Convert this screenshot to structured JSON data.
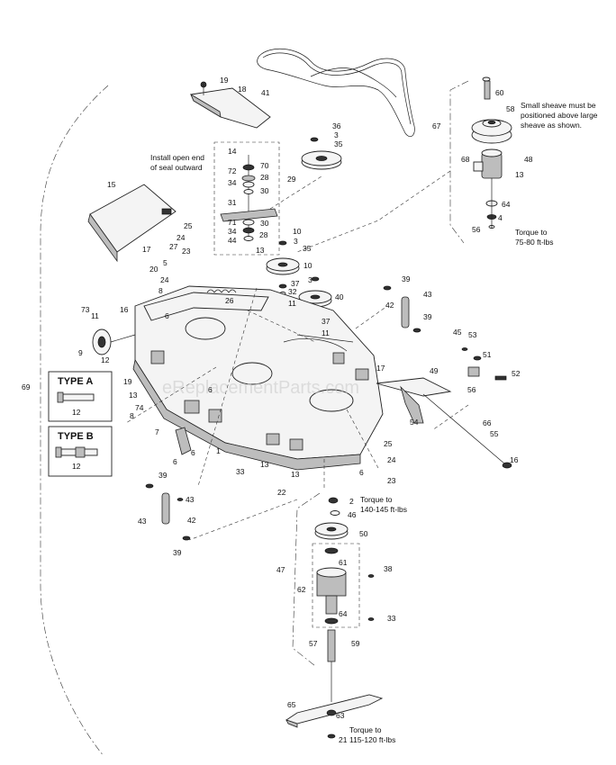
{
  "watermark": "eReplacementParts.com",
  "type_a_label": "TYPE A",
  "type_b_label": "TYPE B",
  "notes": {
    "seal_line1": "Install open end",
    "seal_line2": "of seal outward",
    "sheave_line1": "Small sheave must be",
    "sheave_line2": "positioned above large",
    "sheave_line3": "sheave as shown.",
    "torque1_line1": "Torque to",
    "torque1_line2": "75-80 ft-lbs",
    "torque2_line1": "Torque to",
    "torque2_line2": "140-145 ft-lbs",
    "torque3_line1": "Torque to",
    "torque3_line2": "115-120 ft-lbs"
  },
  "callouts": {
    "c19a": "19",
    "c18": "18",
    "c41": "41",
    "c60": "60",
    "c58": "58",
    "c67": "67",
    "c36": "36",
    "c3a": "3",
    "c35a": "35",
    "c14": "14",
    "c70": "70",
    "c72": "72",
    "c28a": "28",
    "c34a": "34",
    "c30a": "30",
    "c29": "29",
    "c68": "68",
    "c48": "48",
    "c13a": "13",
    "c15": "15",
    "c31": "31",
    "c71": "71",
    "c30b": "30",
    "c34b": "34",
    "c28b": "28",
    "c44": "44",
    "c13b": "13",
    "c64a": "64",
    "c4": "4",
    "c56a": "56",
    "c25a": "25",
    "c24a": "24",
    "c27": "27",
    "c23a": "23",
    "c17a": "17",
    "c10a": "10",
    "c3b": "3",
    "c35b": "35",
    "c5": "5",
    "c20": "20",
    "c24b": "24",
    "c10b": "10",
    "c3c": "3",
    "c39a": "39",
    "c8a": "8",
    "c26": "26",
    "c37a": "37",
    "c40": "40",
    "c43a": "43",
    "c32": "32",
    "c11a": "11",
    "c42a": "42",
    "c37b": "37",
    "c39b": "39",
    "c73": "73",
    "c11b": "11",
    "c16a": "16",
    "c6a": "6",
    "c9": "9",
    "c11c": "11",
    "c12a": "12",
    "c45": "45",
    "c53": "53",
    "c51": "51",
    "c17b": "17",
    "c49": "49",
    "c52": "52",
    "c56b": "56",
    "c69": "69",
    "c19b": "19",
    "c13c": "13",
    "c6b": "6",
    "c74": "74",
    "c8b": "8",
    "c54": "54",
    "c66": "66",
    "c12b": "12",
    "c7": "7",
    "c6c": "6",
    "c6d": "6",
    "c1": "1",
    "c55": "55",
    "c16b": "16",
    "c25b": "25",
    "c24c": "24",
    "c12c": "12",
    "c33a": "33",
    "c13d": "13",
    "c13e": "13",
    "c6e": "6",
    "c23b": "23",
    "c22": "22",
    "c39c": "39",
    "c43b": "43",
    "c43c": "43",
    "c42b": "42",
    "c39d": "39",
    "c2": "2",
    "c46": "46",
    "c50": "50",
    "c47": "47",
    "c61": "61",
    "c38": "38",
    "c62": "62",
    "c64b": "64",
    "c33b": "33",
    "c57": "57",
    "c59": "59",
    "c65": "65",
    "c63": "63",
    "c21": "21"
  }
}
